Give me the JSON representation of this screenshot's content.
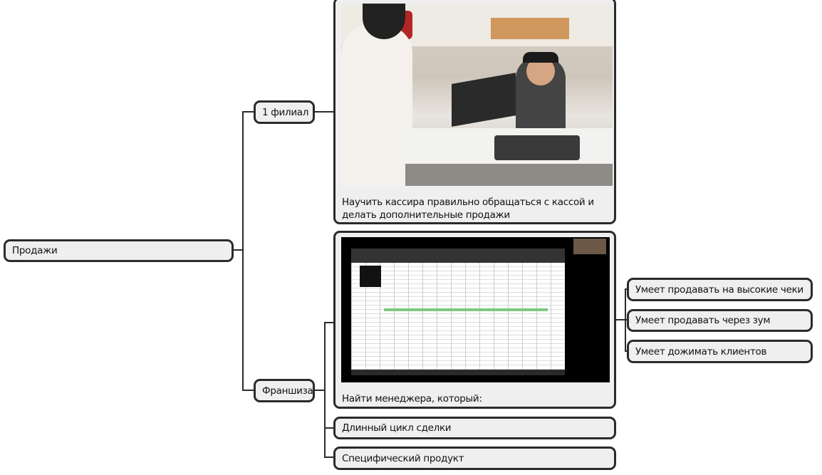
{
  "root": {
    "label": "Продажи"
  },
  "branches": [
    {
      "label": "1 филиал",
      "card_caption": "Научить кассира правильно обращаться с кассой и делать дополнительные продажи",
      "image": "cashier-photo"
    },
    {
      "label": "Франшиза",
      "card_caption": "Найти менеджера, который:",
      "image": "spreadsheet-screenshot",
      "card_children": [
        "Умеет продавать на высокие чеки",
        "Умеет продавать через зум",
        "Умеет дожимать клиентов"
      ],
      "children": [
        "Длинный цикл сделки",
        "Специфический продукт"
      ]
    }
  ],
  "colors": {
    "node_fill": "#efefef",
    "node_border": "#2b2b2b"
  }
}
